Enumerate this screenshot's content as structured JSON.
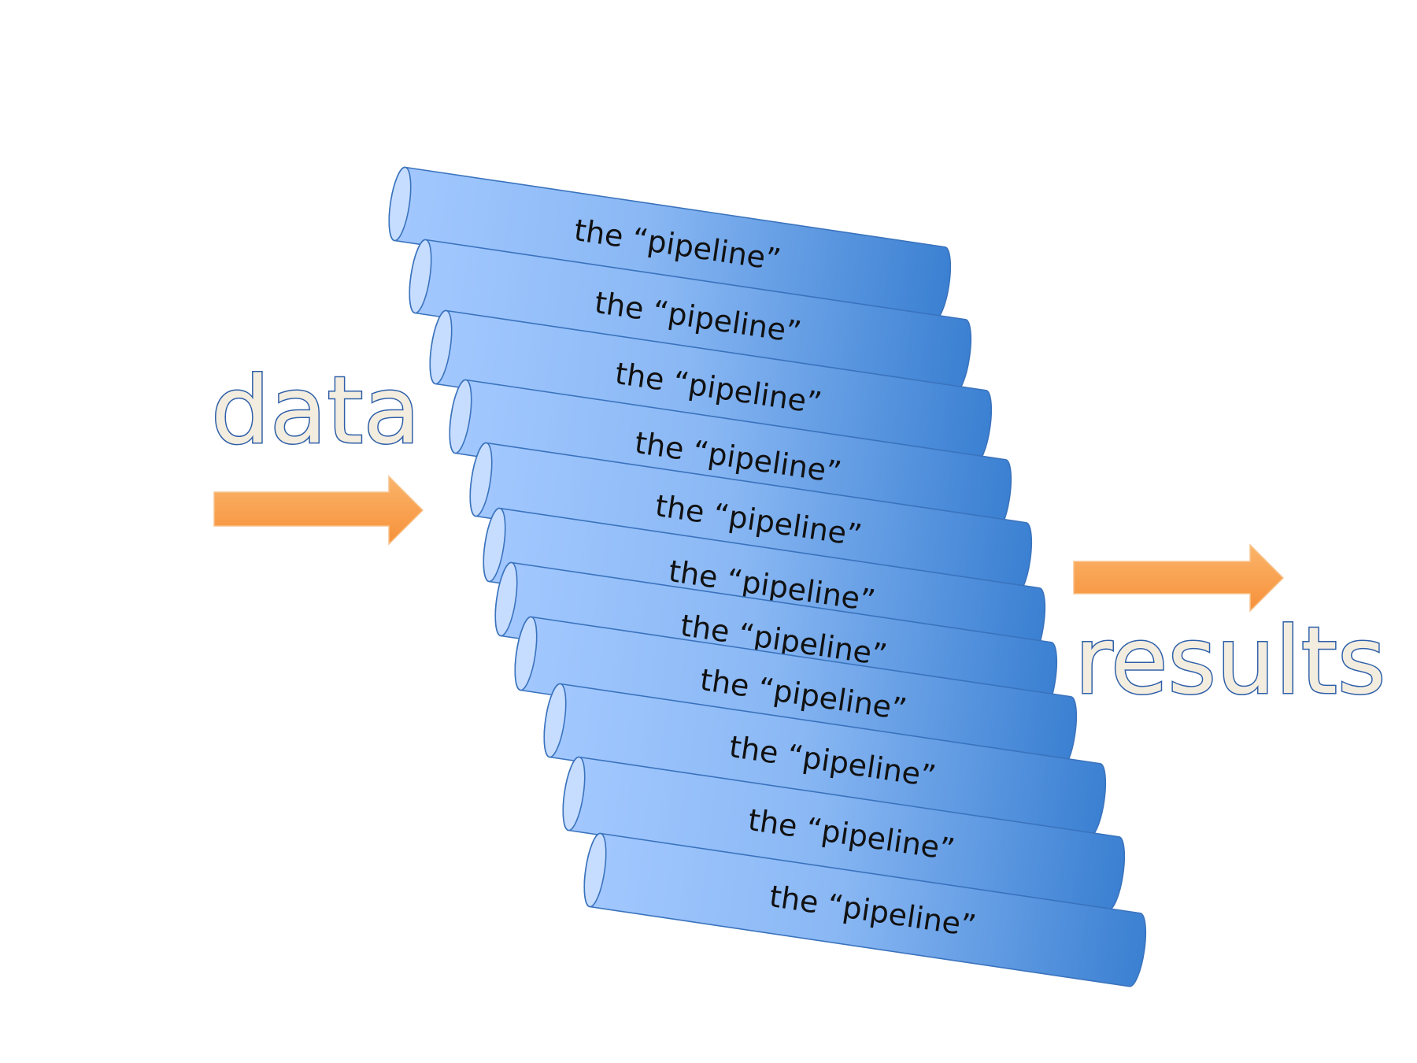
{
  "input_label": "data",
  "output_label": "results",
  "pipes": [
    {
      "label": "the “pipeline”"
    },
    {
      "label": "the “pipeline”"
    },
    {
      "label": "the “pipeline”"
    },
    {
      "label": "the “pipeline”"
    },
    {
      "label": "the “pipeline”"
    },
    {
      "label": "the “pipeline”"
    },
    {
      "label": "the “pipeline”"
    },
    {
      "label": "the “pipeline”"
    },
    {
      "label": "the “pipeline”"
    },
    {
      "label": "the “pipeline”"
    },
    {
      "label": "the “pipeline”"
    }
  ],
  "colors": {
    "pipe_light": "#a3c8ff",
    "pipe_dark": "#3b80d2",
    "pipe_outline": "#3a73bd",
    "arrow_fill": "#f9a24f",
    "word_fill": "#f3ede0",
    "word_outline": "#2e5fa8"
  },
  "icons": {
    "input_arrow": "right-arrow-icon",
    "output_arrow": "right-arrow-icon"
  }
}
